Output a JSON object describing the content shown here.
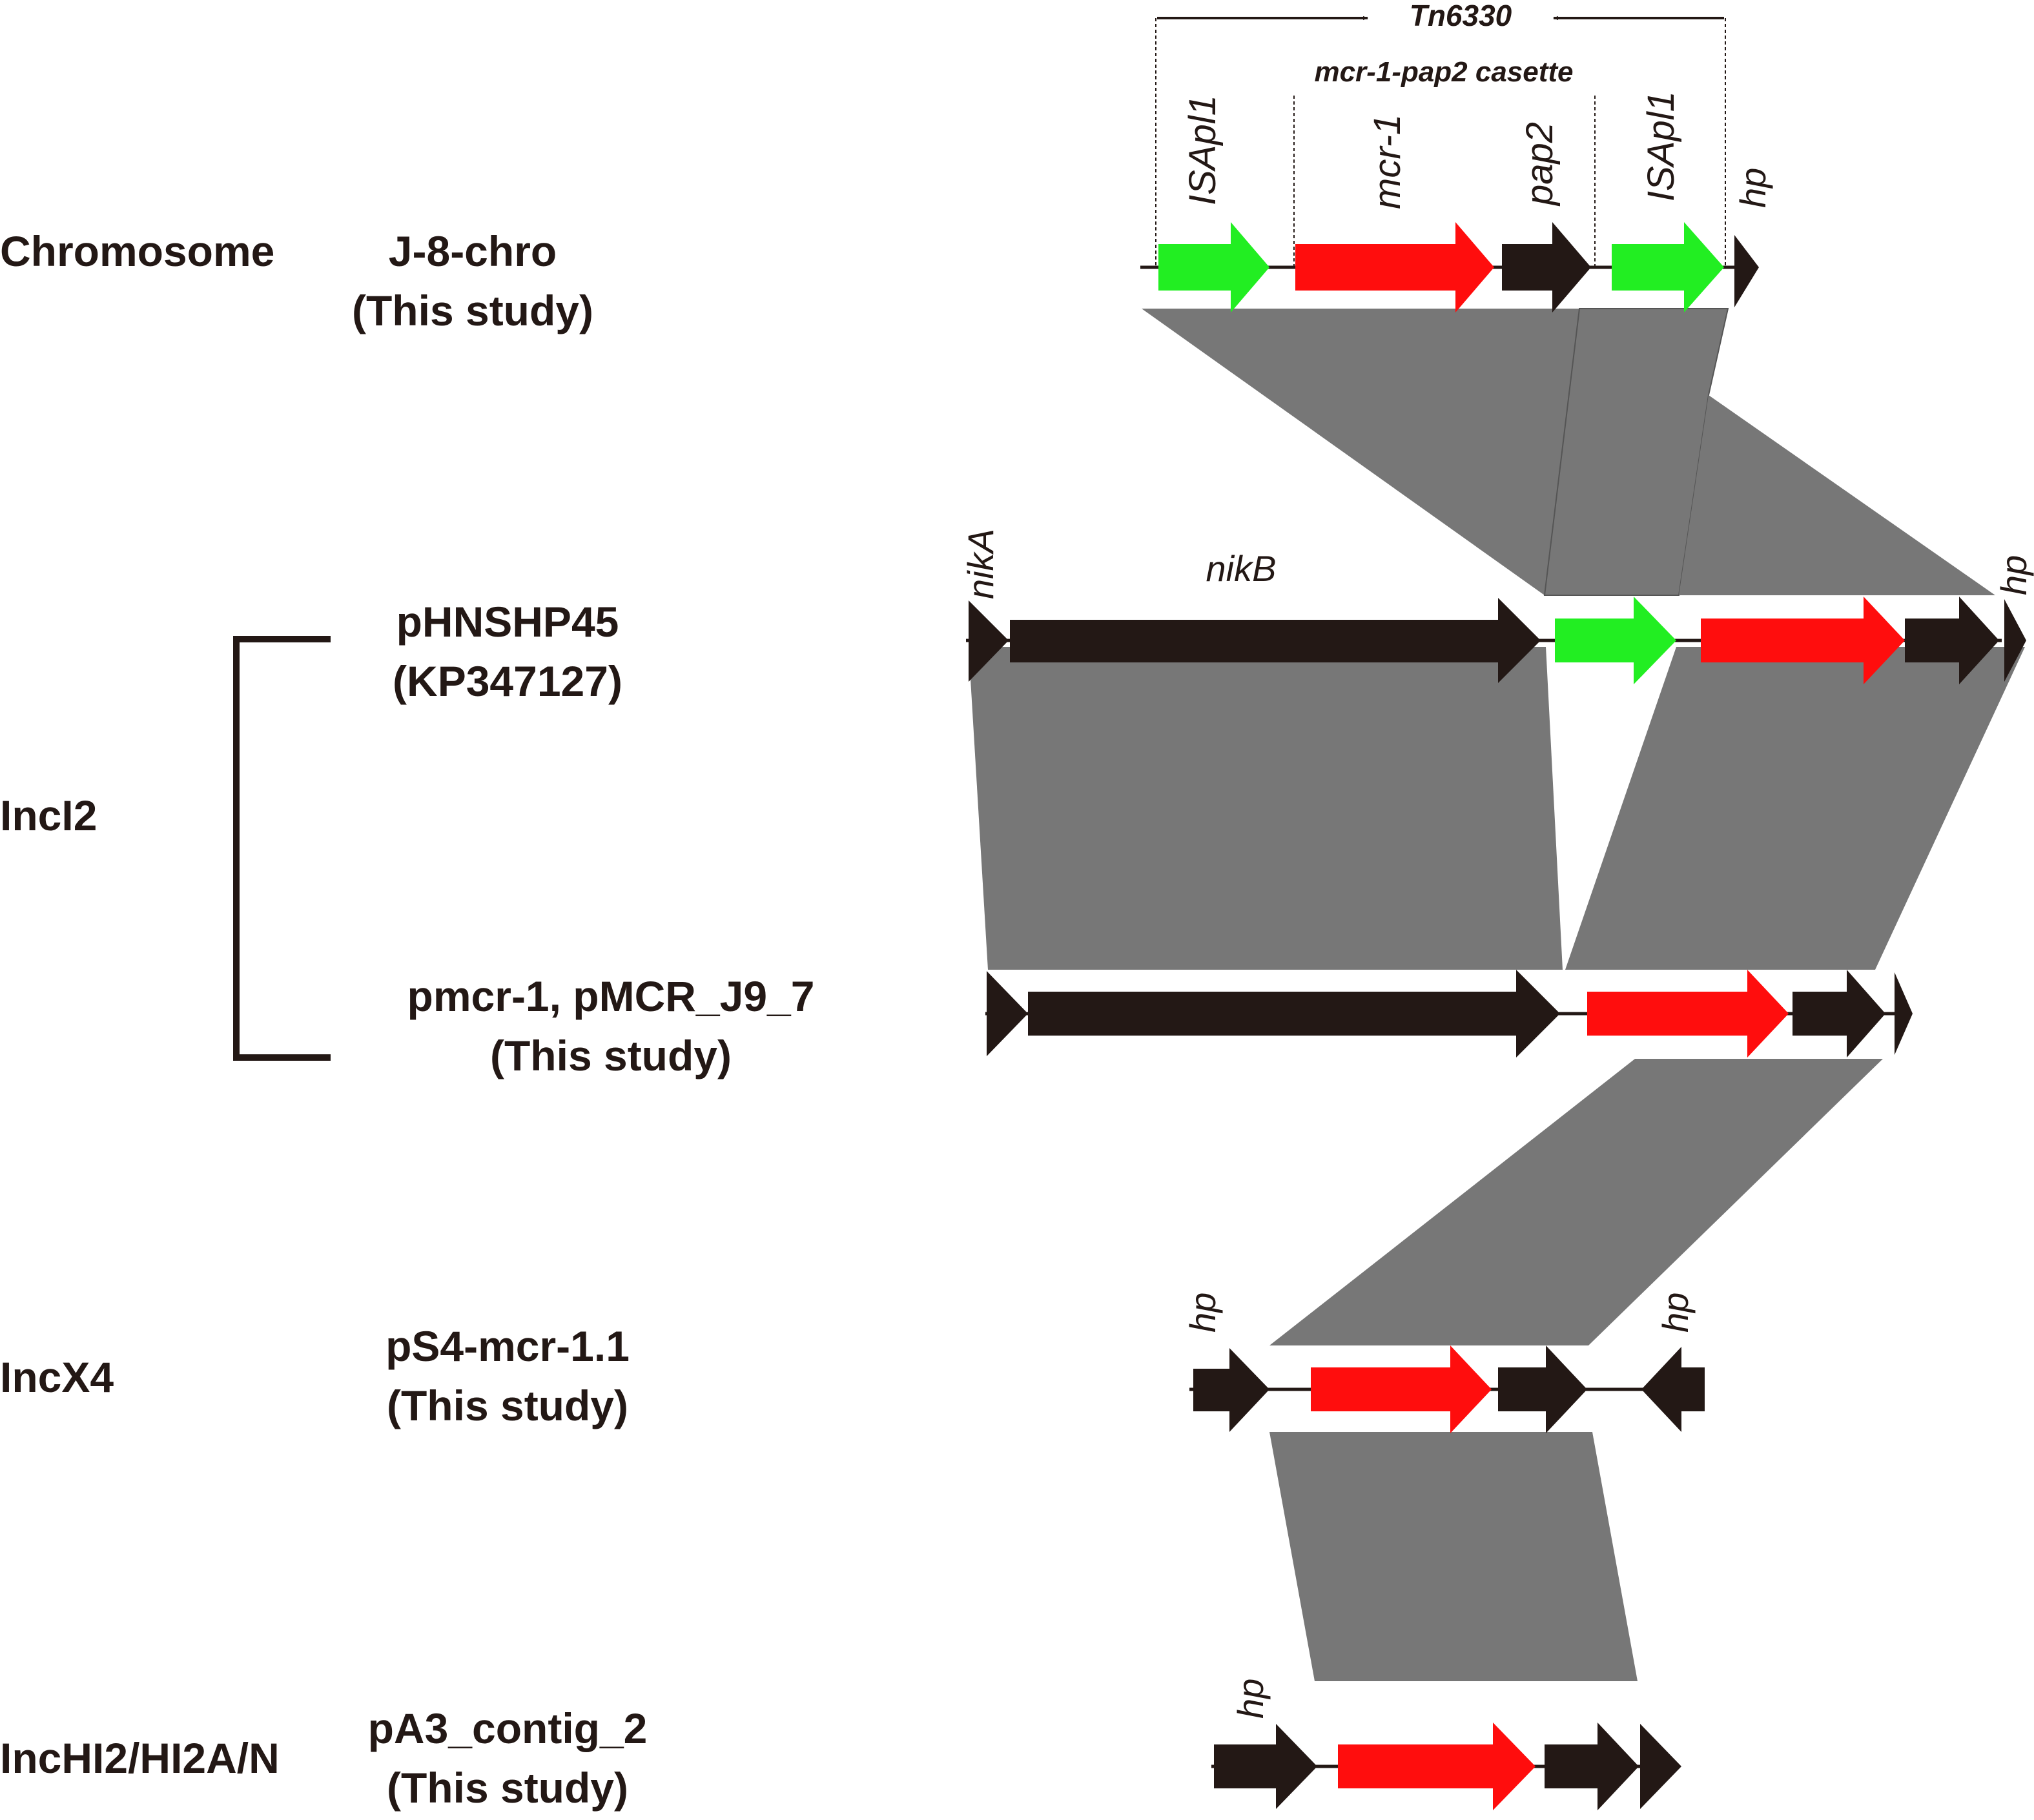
{
  "rows": [
    {
      "group": "Chromosome",
      "name": "J-8-chro",
      "note": "(This study)"
    },
    {
      "group": "",
      "name": "pHNSHP45",
      "note": "(KP347127)"
    },
    {
      "group": "",
      "name": "pmcr-1, pMCR_J9_7",
      "note": "(This study)"
    },
    {
      "group": "IncX4",
      "name": "pS4-mcr-1.1",
      "note": "(This study)"
    },
    {
      "group": "IncHI2/HI2A/N",
      "name": "pA3_contig_2",
      "note": "(This study)"
    }
  ],
  "bracket_group": "IncI2",
  "transposon": {
    "label": "Tn6330",
    "cassette": "mcr-1-pap2 casette"
  },
  "gene_labels": {
    "isapl1": "ISApl1",
    "mcr1": "mcr-1",
    "pap2": "pap2",
    "hp": "hp",
    "nikA": "nikA",
    "nikB": "nikB"
  },
  "colors": {
    "is_element": "#22ee22",
    "mcr1": "#ff0d0d",
    "other_gene": "#231815",
    "homology": "#777777"
  }
}
